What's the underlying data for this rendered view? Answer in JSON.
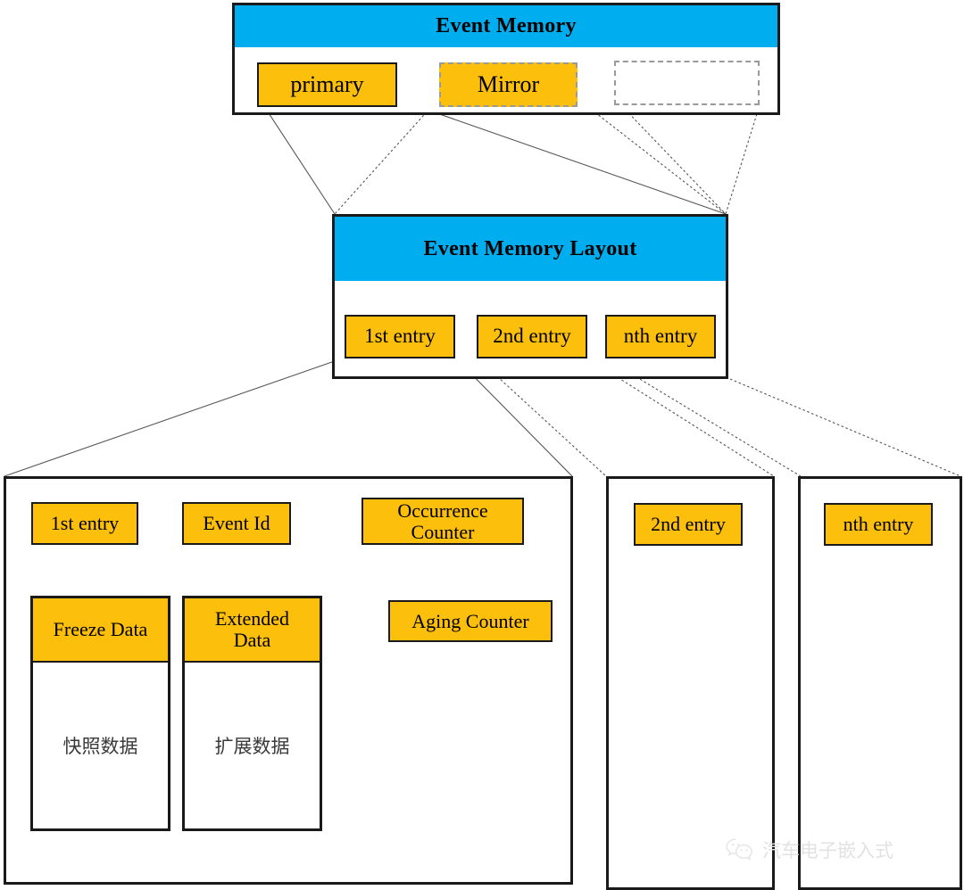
{
  "diagram": {
    "title": "Event Memory structure diagram",
    "colors": {
      "header_blue": "#00ADEF",
      "chip_orange": "#FBBF0C",
      "outline": "#1a1a1a",
      "ghost_outline": "#9a9a9a",
      "cjk_text": "#3a3a3a",
      "watermark": "#e2e2e2"
    }
  },
  "event_memory": {
    "header": "Event Memory",
    "blocks": [
      {
        "label": "primary",
        "style": "solid"
      },
      {
        "label": "Mirror",
        "style": "dashed"
      },
      {
        "label": "",
        "style": "ghost"
      }
    ]
  },
  "event_memory_layout": {
    "header": "Event Memory Layout",
    "entries": [
      {
        "label": "1st entry"
      },
      {
        "label": "2nd entry"
      },
      {
        "label": "nth entry"
      }
    ]
  },
  "entry_detail": {
    "title_chip": "1st entry",
    "fields": [
      {
        "label": "Event Id"
      },
      {
        "label": "Occurrence\nCounter"
      },
      {
        "label": "Aging Counter"
      }
    ],
    "data_blocks": [
      {
        "head": "Freeze Data",
        "body": "快照数据"
      },
      {
        "head": "Extended\nData",
        "body": "扩展数据"
      }
    ]
  },
  "other_entries": [
    {
      "label": "2nd entry"
    },
    {
      "label": "nth entry"
    }
  ],
  "watermark": {
    "icon": "wechat-icon",
    "text": "汽车电子嵌入式"
  }
}
